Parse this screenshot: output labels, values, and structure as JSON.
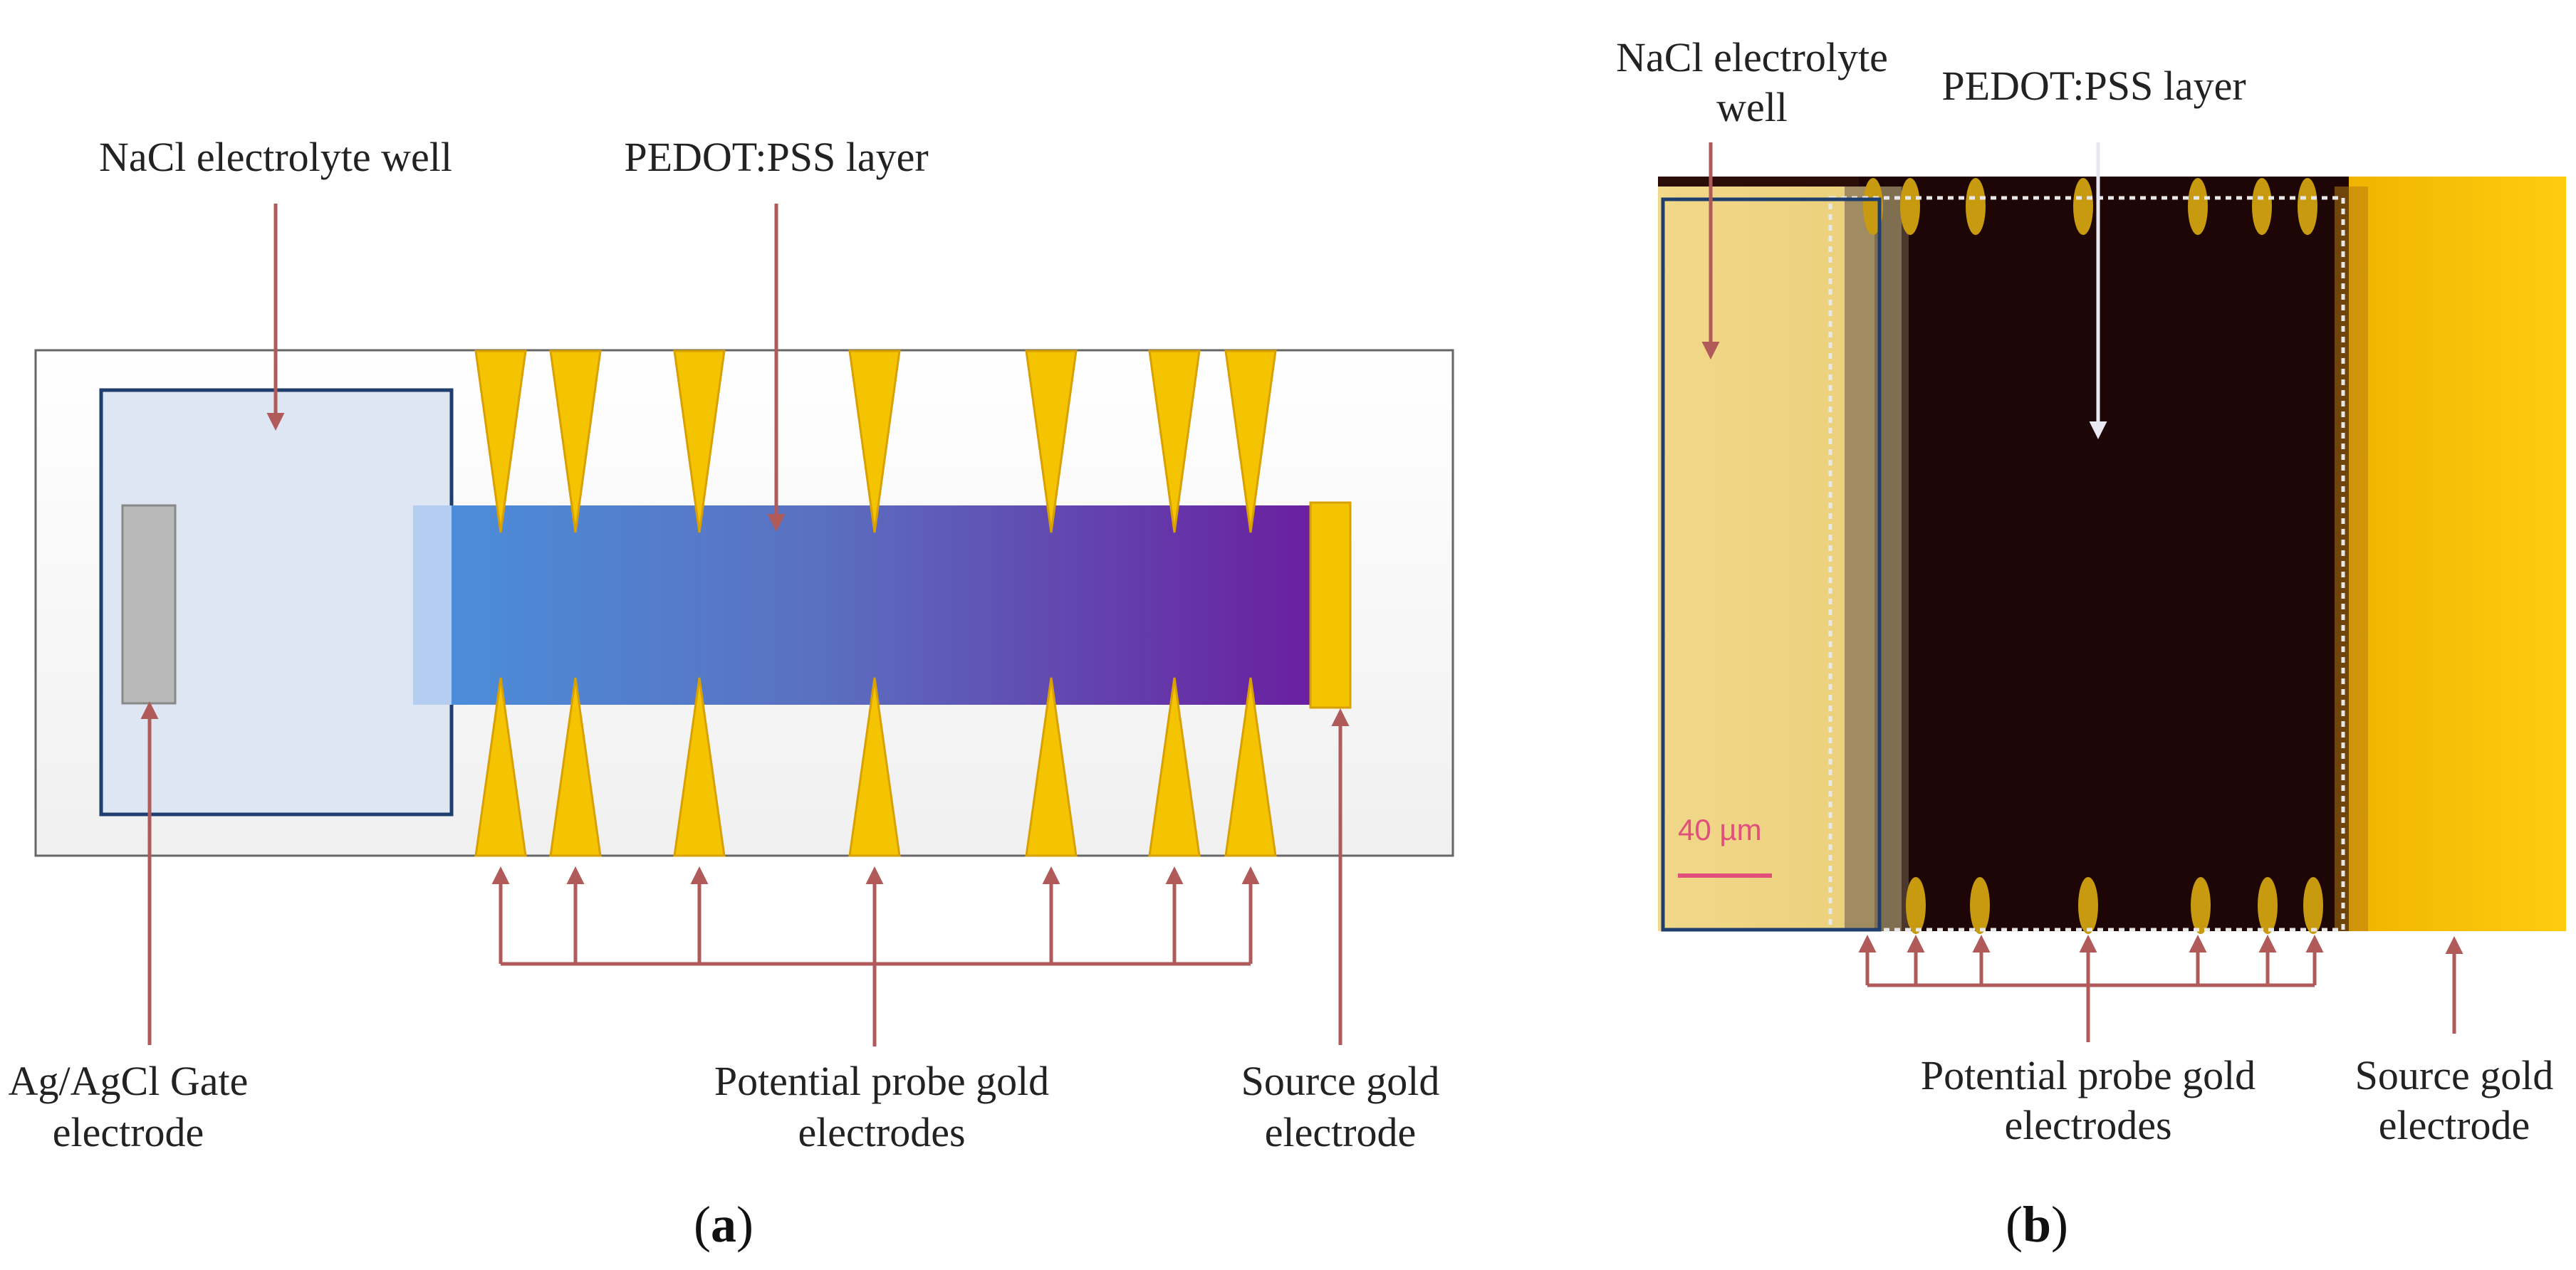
{
  "panel_a": {
    "tag_open": "(",
    "tag_letter": "a",
    "tag_close": ")",
    "labels": {
      "well": "NaCl electrolyte well",
      "pedot": "PEDOT:PSS layer",
      "gate_line1": "Ag/AgCl Gate",
      "gate_line2": "electrode",
      "probe_line1": "Potential probe gold",
      "probe_line2": "electrodes",
      "source_line1": "Source gold",
      "source_line2": "electrode"
    }
  },
  "panel_b": {
    "tag_open": "(",
    "tag_letter": "b",
    "tag_close": ")",
    "scale_bar": "40 µm",
    "labels": {
      "well_line1": "NaCl electrolyte",
      "well_line2": "well",
      "pedot": "PEDOT:PSS layer",
      "probe_line1": "Potential probe gold",
      "probe_line2": "electrodes",
      "source_line1": "Source gold",
      "source_line2": "electrode"
    }
  },
  "colors": {
    "gold": "#f5c400",
    "arrow": "#b05a5a",
    "well_border": "#1f3e6e",
    "pedot_start": "#4a90dc",
    "pedot_end": "#6a1fa0",
    "micrograph_dark": "#1d0605",
    "scale": "#e0507a"
  }
}
